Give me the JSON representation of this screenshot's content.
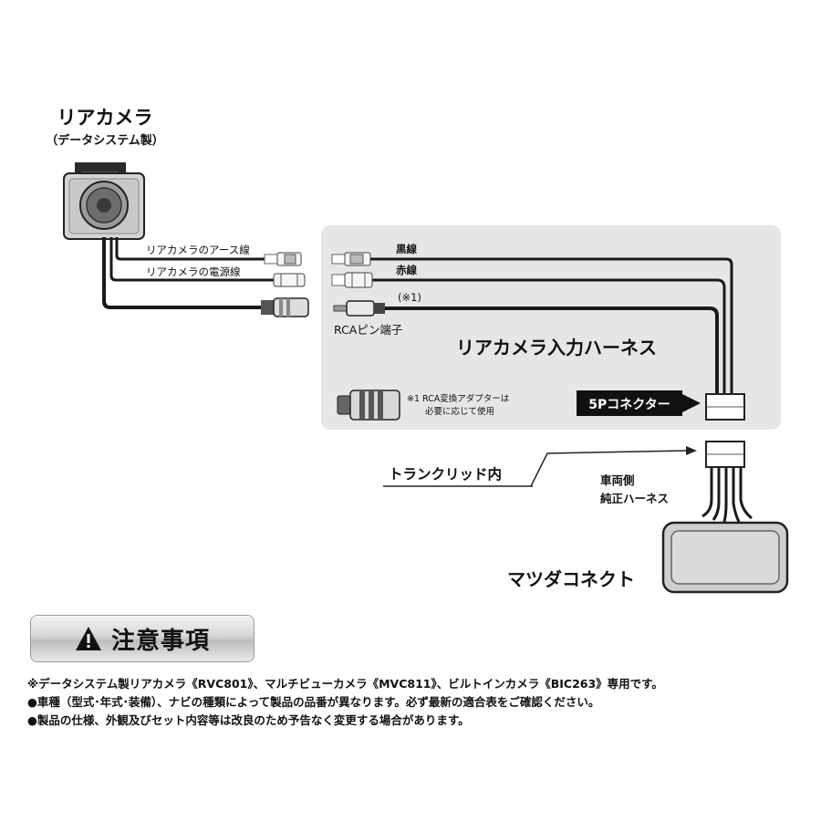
{
  "camera": {
    "title": "リアカメラ",
    "subtitle": "（データシステム製）"
  },
  "camera_wires": {
    "earth": "リアカメラのアース線",
    "power": "リアカメラの電源線"
  },
  "harness": {
    "black_wire": "黒線",
    "red_wire": "赤線",
    "note_ref": "(※1)",
    "rca_label": "RCAピン端子",
    "title": "リアカメラ入力ハーネス",
    "connector_label": "5Pコネクター",
    "adapter_note_line1": "※1  RCA変換アダプターは",
    "adapter_note_line2": "必要に応じて使用"
  },
  "trunk_label": "トランクリッド内",
  "vehicle_harness": {
    "line1": "車両側",
    "line2": "純正ハーネス"
  },
  "unit_label": "マツダコネクト",
  "caution": {
    "title": "注意事項",
    "notes": [
      "※データシステム製リアカメラ《RVC801》、マルチビューカメラ《MVC811》、ビルトインカメラ《BIC263》専用です。",
      "●車種（型式･年式･装備）、ナビの種類によって製品の品番が異なります。必ず最新の適合表をご確認ください。",
      "●製品の仕様、外観及びセット内容等は改良のため予告なく変更する場合があります。"
    ]
  },
  "icons": [
    "warning-icon",
    "camera-icon",
    "arrow-right-icon"
  ]
}
